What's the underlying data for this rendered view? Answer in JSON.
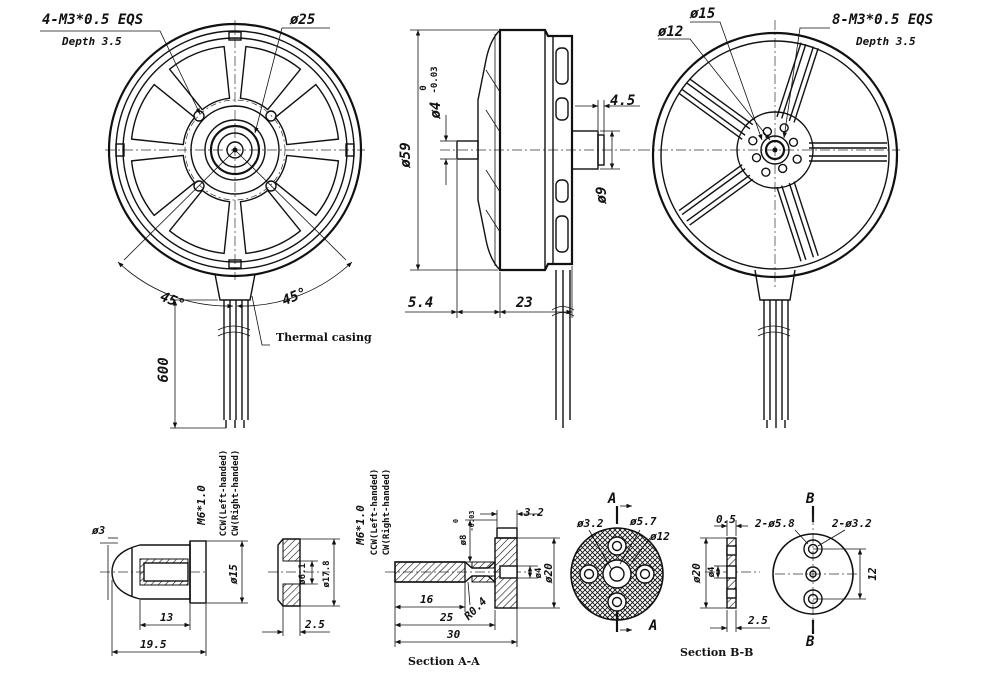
{
  "front_view": {
    "mount_holes": "4-M3*0.5 EQS",
    "mount_depth": "Depth 3.5",
    "dia_25": "ø25",
    "angle_left": "45°",
    "angle_right": "45°",
    "lead_length": "600",
    "thermal_casing": "Thermal casing"
  },
  "side_view": {
    "shaft_dia": "ø4",
    "shaft_tol_upper": "0",
    "shaft_tol_lower": "-0.03",
    "dia_59": "ø59",
    "dim_4_5": "4.5",
    "dia_9": "ø9",
    "dim_5_4": "5.4",
    "dim_23": "23"
  },
  "rear_view": {
    "dia_15": "ø15",
    "dia_12": "ø12",
    "mount_holes": "8-M3*0.5 EQS",
    "mount_depth": "Depth 3.5"
  },
  "prop_nut": {
    "dia_3": "ø3",
    "thread": "M6*1.0",
    "ccw": "CCW(Left-handed)",
    "cw": "CW(Right-handed)",
    "dia_15": "ø15",
    "dim_13": "13",
    "dim_19_5": "19.5"
  },
  "washer": {
    "dia_6_1": "ø6.1",
    "dia_17_8": "ø17.8",
    "dim_2_5": "2.5"
  },
  "prop_adapter": {
    "thread": "M6*1.0",
    "ccw": "CCW(Left-handed)",
    "cw": "CW(Right-handed)",
    "dia_8": "ø8",
    "dia_8_tol_upper": "0",
    "dia_8_tol_lower": "-0.03",
    "dim_3_2": "3.2",
    "dia_4": "ø4",
    "dia_20": "ø20",
    "dim_16": "16",
    "r_0_4": "R0.4",
    "dim_25": "25",
    "dim_30": "30",
    "section_label": "Section A-A"
  },
  "section_a_face": {
    "marker": "A",
    "dia_3_2": "ø3.2",
    "dia_5_7": "ø5.7",
    "dia_12": "ø12"
  },
  "section_b": {
    "dim_0_5": "0.5",
    "dia_20": "ø20",
    "dia_4": "ø4",
    "dim_2_5": "2.5",
    "section_label": "Section B-B"
  },
  "section_b_face": {
    "marker": "B",
    "holes_5_8": "2-ø5.8",
    "holes_3_2": "2-ø3.2",
    "dim_12": "12"
  }
}
